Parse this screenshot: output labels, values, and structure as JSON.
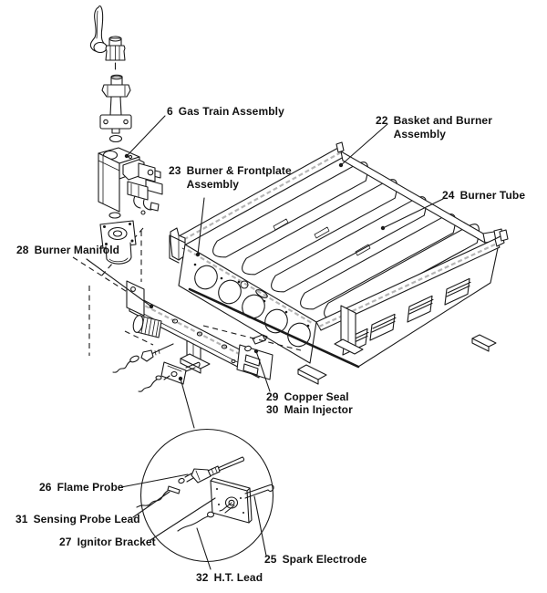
{
  "colors": {
    "ink": "#1a1a1a",
    "hatch": "#b5b5b5",
    "background": "#ffffff"
  },
  "labels": [
    {
      "id": "gas-train-assembly",
      "number": "6",
      "text": "Gas Train Assembly"
    },
    {
      "id": "basket-and-burner-assembly",
      "number": "22",
      "text": "Basket and Burner Assembly"
    },
    {
      "id": "burner-frontplate-assembly",
      "number": "23",
      "text": "Burner & Frontplate\nAssembly"
    },
    {
      "id": "burner-tube",
      "number": "24",
      "text": "Burner Tube"
    },
    {
      "id": "burner-manifold",
      "number": "28",
      "text": "Burner Manifold"
    },
    {
      "id": "copper-seal",
      "number": "29",
      "text": "Copper Seal"
    },
    {
      "id": "main-injector",
      "number": "30",
      "text": "Main Injector"
    },
    {
      "id": "flame-probe",
      "number": "26",
      "text": "Flame Probe"
    },
    {
      "id": "sensing-probe-lead",
      "number": "31",
      "text": "Sensing Probe Lead"
    },
    {
      "id": "ignitor-bracket",
      "number": "27",
      "text": "Ignitor Bracket"
    },
    {
      "id": "spark-electrode",
      "number": "25",
      "text": "Spark Electrode"
    },
    {
      "id": "ht-lead",
      "number": "32",
      "text": "H.T. Lead"
    }
  ]
}
